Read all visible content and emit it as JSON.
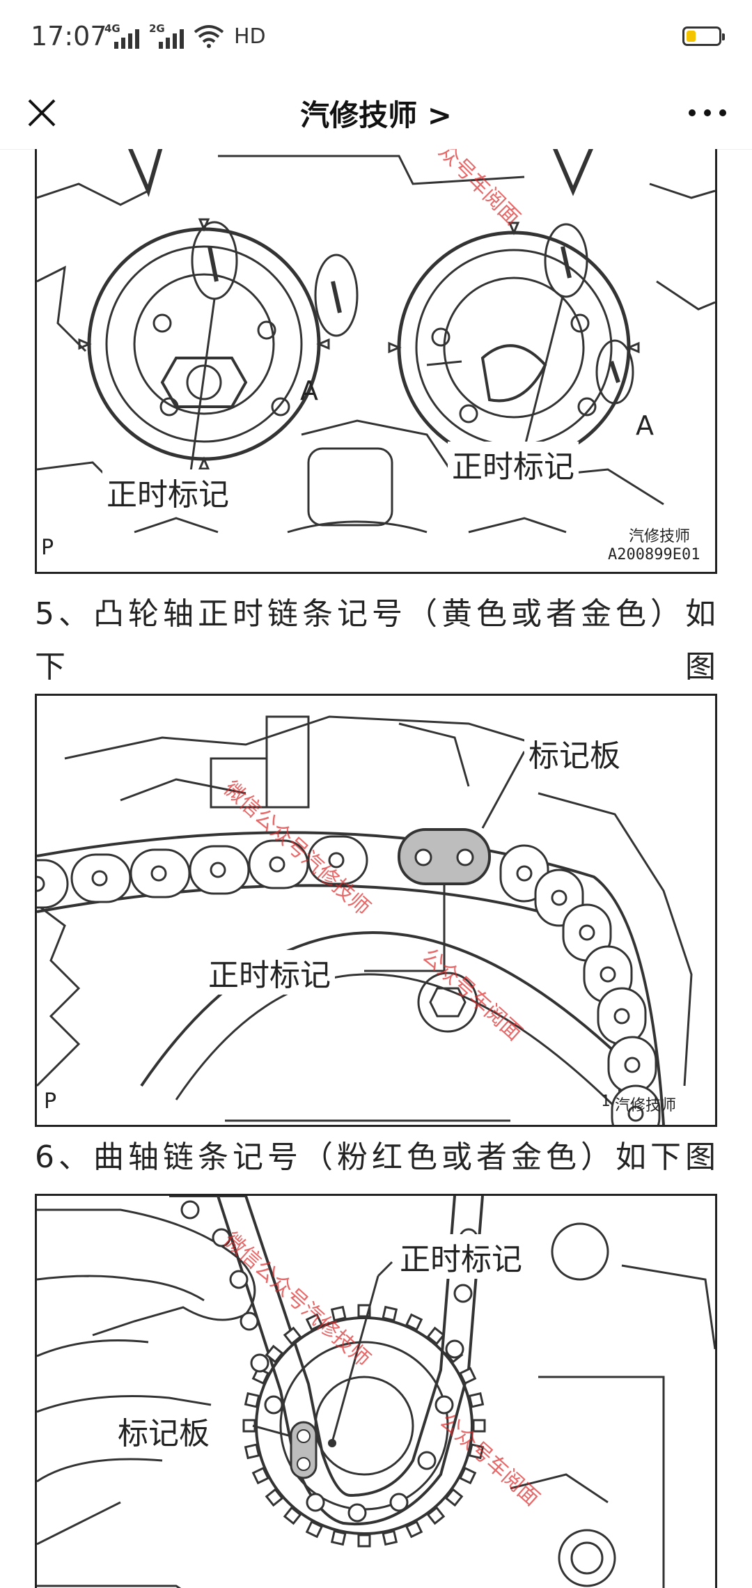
{
  "status": {
    "time": "17:07",
    "net1": "4G",
    "net2": "2G",
    "hd": "HD",
    "battery_level": 0.3,
    "battery_color": "#f5c400"
  },
  "nav": {
    "title": "汽修技师 >"
  },
  "figures": {
    "fig1": {
      "left_label": "正时标记",
      "right_label": "正时标记",
      "letter_a": "A",
      "letter_p": "P",
      "code": "A200899E01",
      "watermark_logo": "汽修技师",
      "watermark_red": "众号车阅面"
    },
    "fig2": {
      "plate_label": "标记板",
      "timing_label": "正时标记",
      "letter_p": "P",
      "code": "1",
      "watermark_logo": "汽修技师",
      "watermark_red_1": "微信公众号汽修技师",
      "watermark_red_2": "公众号车阅面"
    },
    "fig3": {
      "timing_label": "正时标记",
      "plate_label": "标记板",
      "watermark_red_1": "微信公众号汽修技师",
      "watermark_red_2": "公众号车阅面"
    }
  },
  "article": {
    "step5_line1": "5、凸轮轴正时链条记号（黄色或者金色）如",
    "step5_line2_left": "下",
    "step5_line2_right": "图",
    "step6": "6、曲轴链条记号（粉红色或者金色）如下图"
  },
  "colors": {
    "accent_red": "#dc2828",
    "plate_fill": "#bdbdbd"
  }
}
